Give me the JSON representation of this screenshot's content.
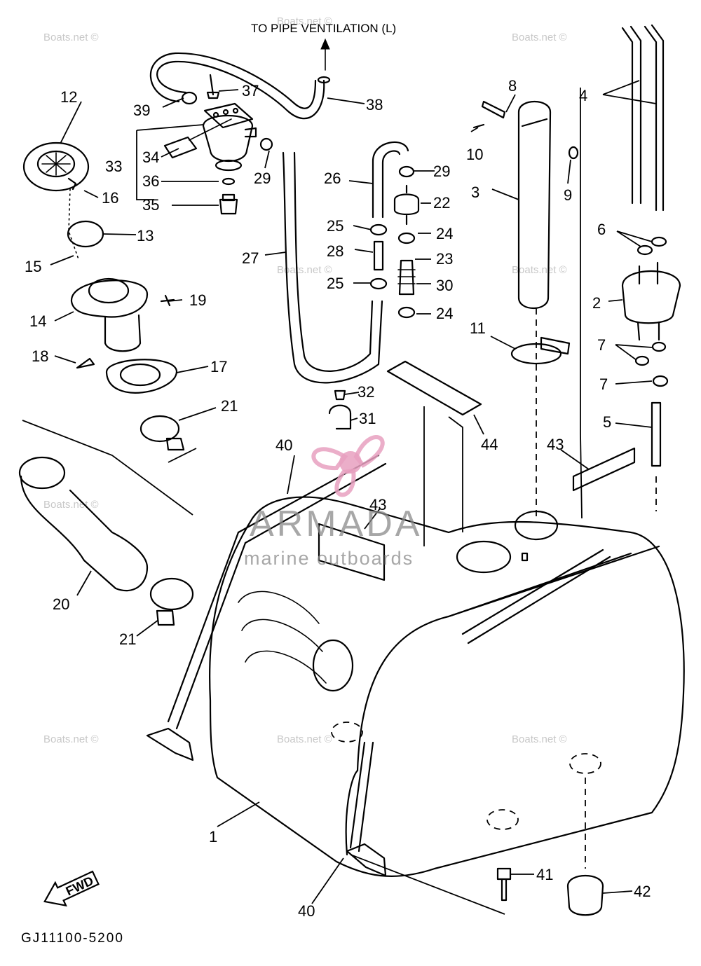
{
  "header_note": "TO PIPE VENTILATION (L)",
  "diagram_code": "GJ11100-5200",
  "fwd_label": "FWD",
  "watermark_text": "Boats.net ©",
  "brand": {
    "name": "ARMADA",
    "tagline": "marine outboards",
    "accent_color": "#e8a0c0"
  },
  "callouts": {
    "n1": "1",
    "n2": "2",
    "n3": "3",
    "n4": "4",
    "n5": "5",
    "n6": "6",
    "n7": "7",
    "n8": "8",
    "n9": "9",
    "n10": "10",
    "n11": "11",
    "n12": "12",
    "n13": "13",
    "n14": "14",
    "n15": "15",
    "n16": "16",
    "n17": "17",
    "n18": "18",
    "n19": "19",
    "n20": "20",
    "n21": "21",
    "n22": "22",
    "n23": "23",
    "n24": "24",
    "n25": "25",
    "n26": "26",
    "n27": "27",
    "n28": "28",
    "n29": "29",
    "n30": "30",
    "n31": "31",
    "n32": "32",
    "n33": "33",
    "n34": "34",
    "n35": "35",
    "n36": "36",
    "n37": "37",
    "n38": "38",
    "n39": "39",
    "n40": "40",
    "n41": "41",
    "n42": "42",
    "n43": "43",
    "n44": "44"
  }
}
